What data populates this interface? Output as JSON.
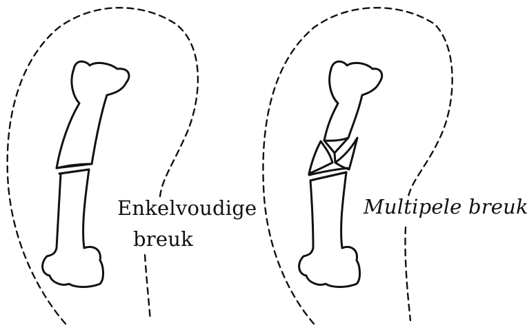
{
  "panels": {
    "simple": {
      "label_line1": "Enkelvoudige",
      "label_line2": "breuk"
    },
    "multiple": {
      "label": "Multipele breuk"
    }
  },
  "colors": {
    "ink": "#111111",
    "background": "#ffffff"
  }
}
